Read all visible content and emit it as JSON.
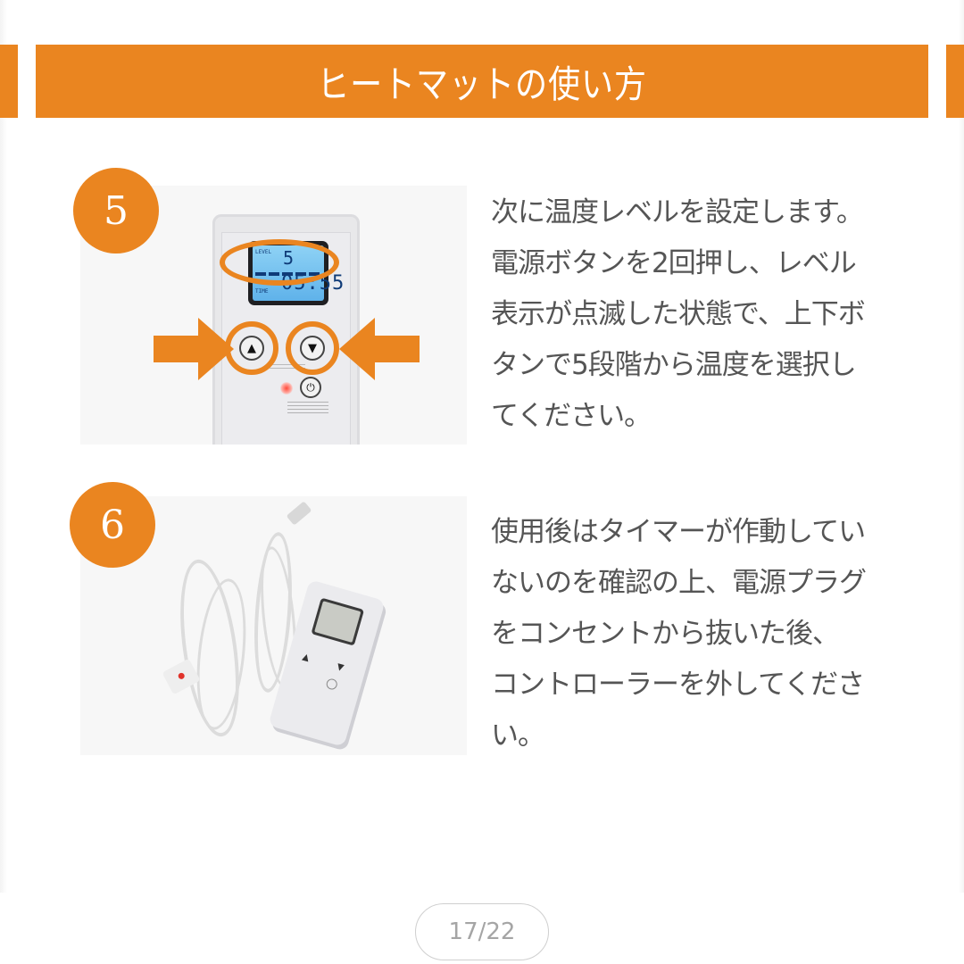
{
  "header": {
    "title": "ヒートマットの使い方"
  },
  "steps": [
    {
      "number": "5",
      "lines": [
        "次に温度レベルを設定します。",
        "電源ボタンを2回押し、レベル",
        "表示が点滅した状態で、上下ボ",
        "タンで5段階から温度を選択し",
        "てください。"
      ],
      "image": {
        "description": "controller close-up with LCD and up/down buttons highlighted",
        "lcd_level_label": "LEVEL",
        "lcd_level_value": "5",
        "lcd_time_label": "TIME",
        "lcd_time_value": "05:55",
        "up_symbol": "▲",
        "down_symbol": "▼",
        "power_symbol": "⏻"
      }
    },
    {
      "number": "6",
      "lines": [
        "使用後はタイマーが作動してい",
        "ないのを確認の上、電源プラグ",
        "をコンセントから抜いた後、",
        "コントローラーを外してくださ",
        "い。"
      ],
      "image": {
        "description": "controller with coiled cords and plug",
        "up_symbol": "▲",
        "down_symbol": "▼"
      }
    }
  ],
  "pagination": {
    "label": "17/22",
    "current": 17,
    "total": 22
  },
  "colors": {
    "accent": "#ea8520",
    "body_text": "#555555",
    "counter_text": "#a5a5a5",
    "counter_border": "#cfcfcf"
  }
}
